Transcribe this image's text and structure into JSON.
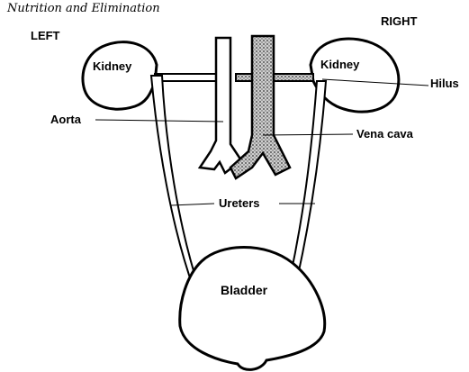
{
  "header": "Nutrition and Elimination",
  "labels": {
    "left": "LEFT",
    "right": "RIGHT",
    "kidney_left": "Kidney",
    "kidney_right": "Kidney",
    "hilus": "Hilus",
    "aorta": "Aorta",
    "vena_cava": "Vena cava",
    "ureters": "Ureters",
    "bladder": "Bladder"
  },
  "colors": {
    "ink": "#000000",
    "paper": "#ffffff",
    "vein_fill": "#8a8a8a"
  }
}
